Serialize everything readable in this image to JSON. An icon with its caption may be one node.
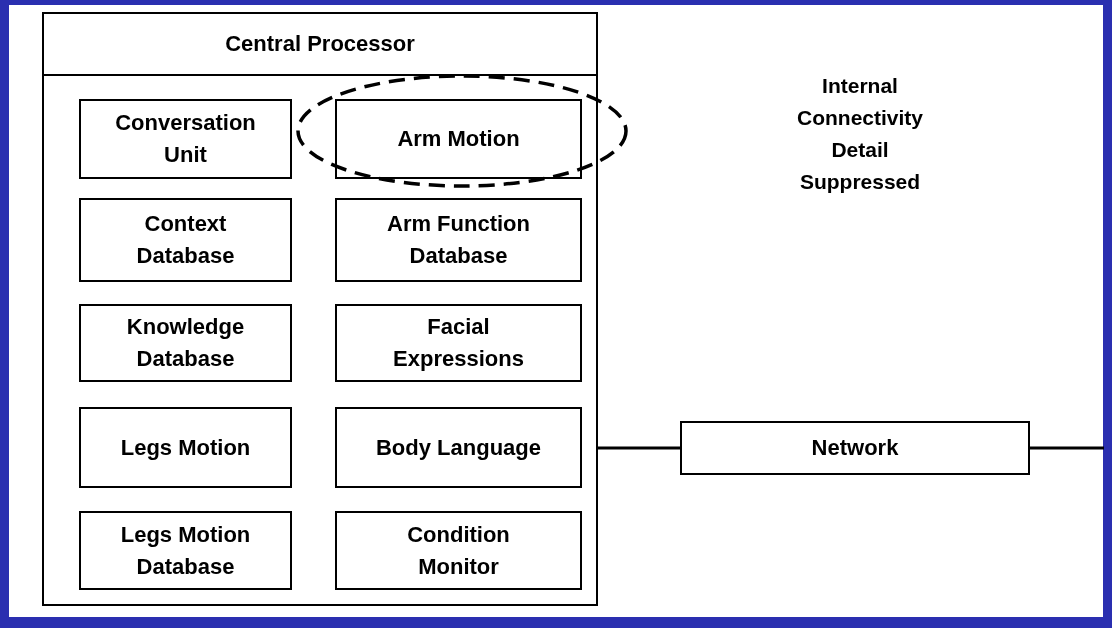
{
  "diagram": {
    "nodes": [
      {
        "text": [
          "Central Processor"
        ]
      },
      {
        "text": [
          "Conversation Unit"
        ],
        "in": 0
      },
      {
        "text": [
          "Arm Motion"
        ],
        "in": 0
      },
      {
        "text": [
          "Context Database"
        ],
        "in": 0
      },
      {
        "text": [
          "Arm Function Database"
        ],
        "in": 0
      },
      {
        "text": [
          "Knowledge Database"
        ],
        "in": 0
      },
      {
        "text": [
          "Facial Expressions"
        ],
        "in": 0
      },
      {
        "text": [
          "Legs Motion"
        ],
        "in": 0
      },
      {
        "text": [
          "Body Language"
        ],
        "in": 0
      },
      {
        "text": [
          "Legs Motion Database"
        ],
        "in": 0
      },
      {
        "text": [
          "Condition Monitor"
        ],
        "in": 0
      },
      {
        "text": [
          "Network"
        ]
      }
    ],
    "edges": [
      {
        "from": 0,
        "to": 11,
        "arrow": "none"
      },
      {
        "from": 11,
        "to": null,
        "arrow": "none"
      }
    ],
    "labels": [
      "Internal Connectivity Detail Suppressed"
    ]
  }
}
